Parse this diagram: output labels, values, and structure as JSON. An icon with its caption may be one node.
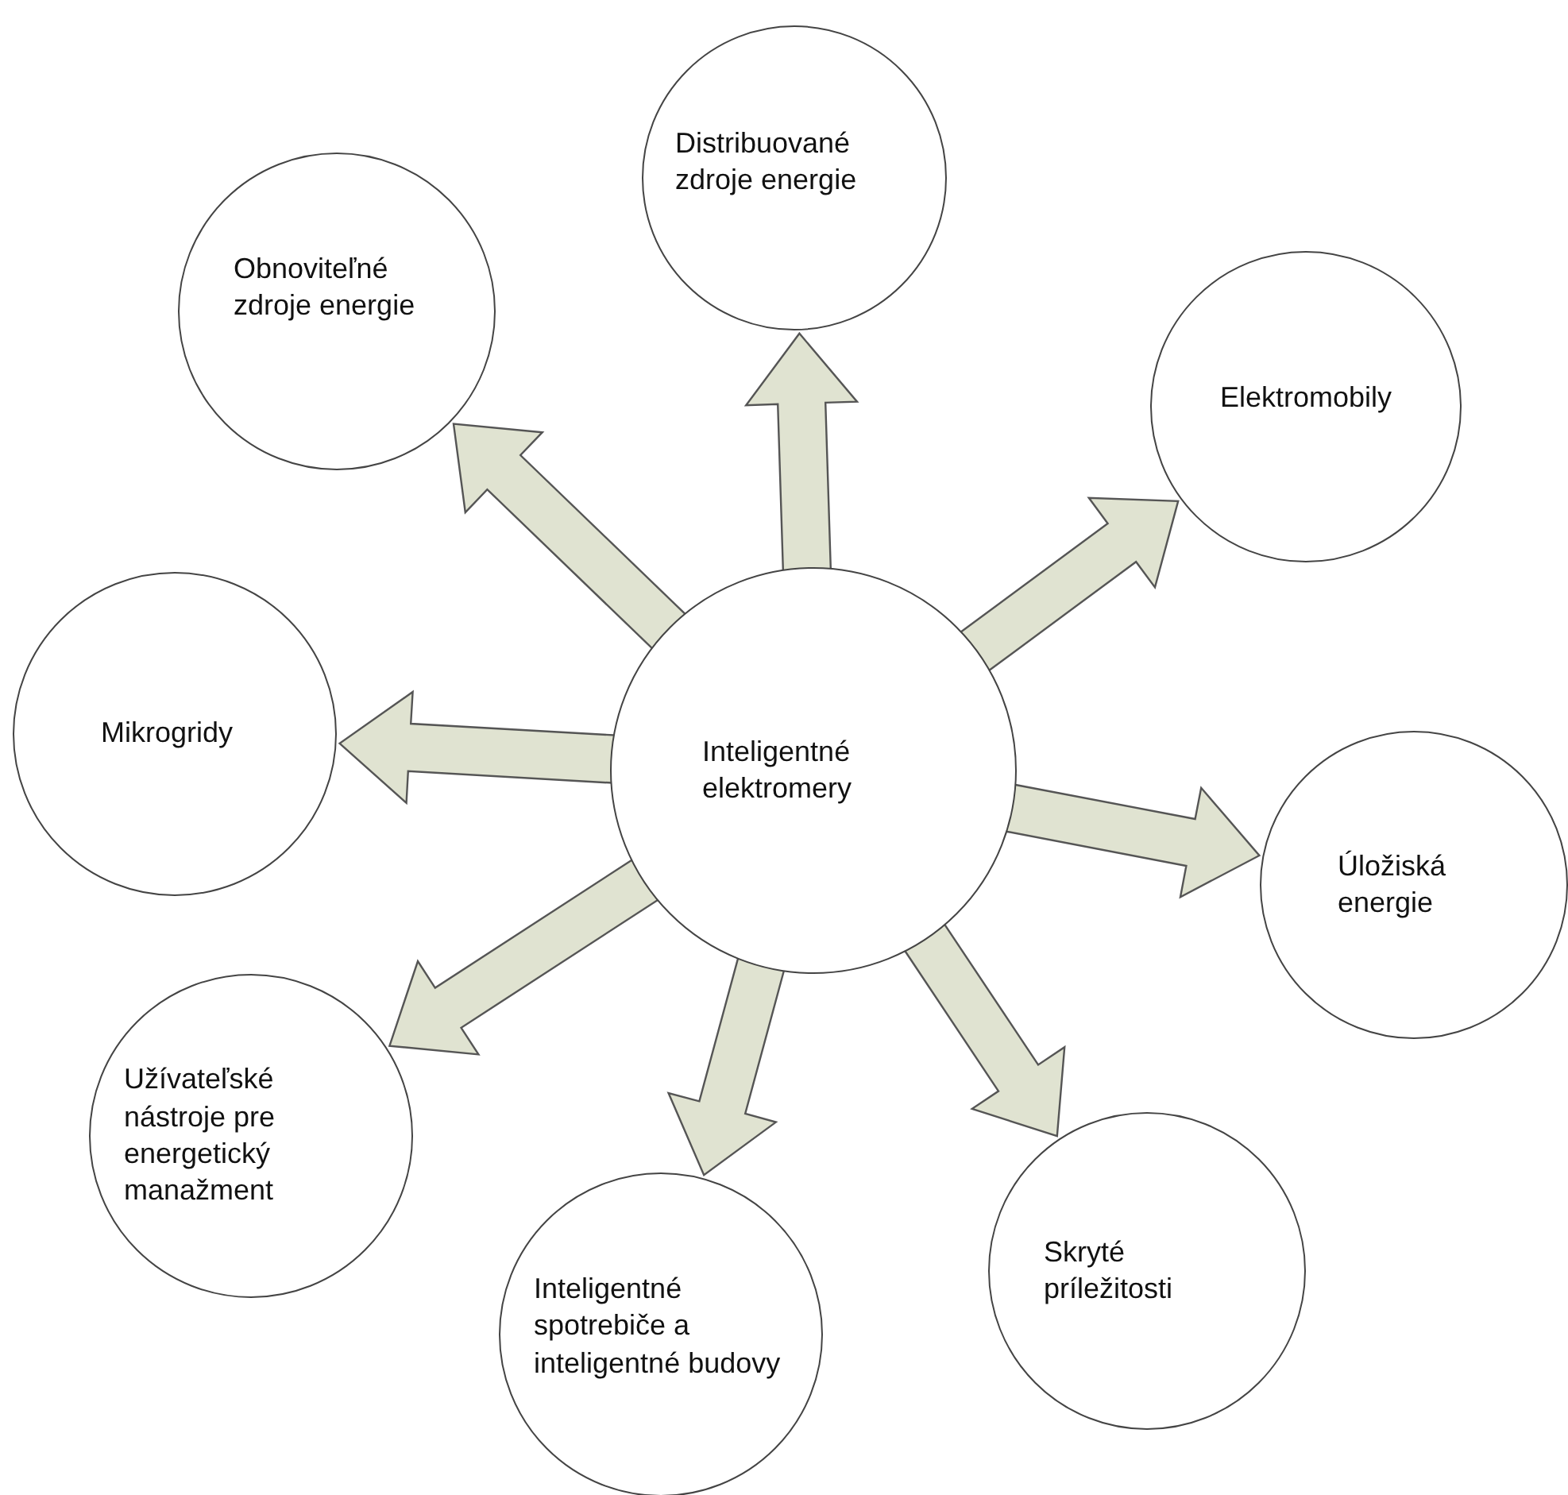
{
  "diagram": {
    "nodes": [
      {
        "text": [
          "Distribuované zdroje energie"
        ]
      },
      {
        "text": [
          "Obnoviteľné zdroje energie"
        ]
      },
      {
        "text": [
          "Elektromobily"
        ]
      },
      {
        "text": [
          "Mikrogridy"
        ]
      },
      {
        "text": [
          "Inteligentné elektromery"
        ]
      },
      {
        "text": [
          "Úložiská energie"
        ]
      },
      {
        "text": [
          "Užívateľské nástroje pre energetický manažment"
        ]
      },
      {
        "text": [
          "Skryté príležitosti"
        ]
      },
      {
        "text": [
          "Inteligentné spotrebiče a inteligentné budovy"
        ]
      }
    ],
    "edges": [
      {
        "from": 4,
        "to": 0,
        "arrow": "to"
      },
      {
        "from": 4,
        "to": 1,
        "arrow": "to"
      },
      {
        "from": 4,
        "to": 2,
        "arrow": "to"
      },
      {
        "from": 4,
        "to": 3,
        "arrow": "to"
      },
      {
        "from": 4,
        "to": 5,
        "arrow": "to"
      },
      {
        "from": 4,
        "to": 6,
        "arrow": "to"
      },
      {
        "from": 4,
        "to": 7,
        "arrow": "to"
      },
      {
        "from": 4,
        "to": 8,
        "arrow": "to"
      }
    ]
  }
}
